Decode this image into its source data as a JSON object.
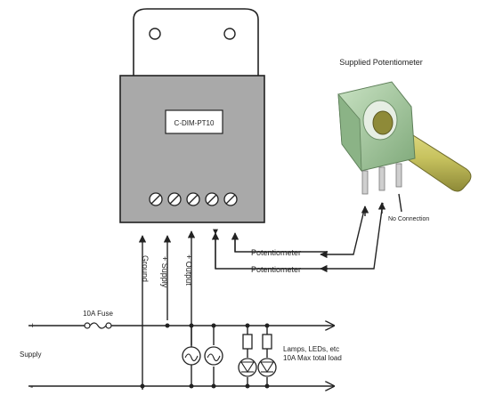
{
  "device": {
    "label": "C-DIM-PT10"
  },
  "potentiometer": {
    "title": "Supplied Potentiometer",
    "no_connection": "No Connection"
  },
  "terminals": {
    "ground": "Ground",
    "supply": "+ Supply",
    "output": "+ Output",
    "pot_a": "Potentiometer",
    "pot_b": "Potentiometer"
  },
  "circuit": {
    "fuse": "10A Fuse",
    "plus": "+",
    "minus": "-",
    "supply": "Supply",
    "load_line1": "Lamps, LEDs, etc",
    "load_line2": "10A Max total load"
  },
  "colors": {
    "enclosure": "#a9a9a9",
    "pot_body": "#9fc59a",
    "shaft": "#c9c56a",
    "line": "#222222"
  }
}
